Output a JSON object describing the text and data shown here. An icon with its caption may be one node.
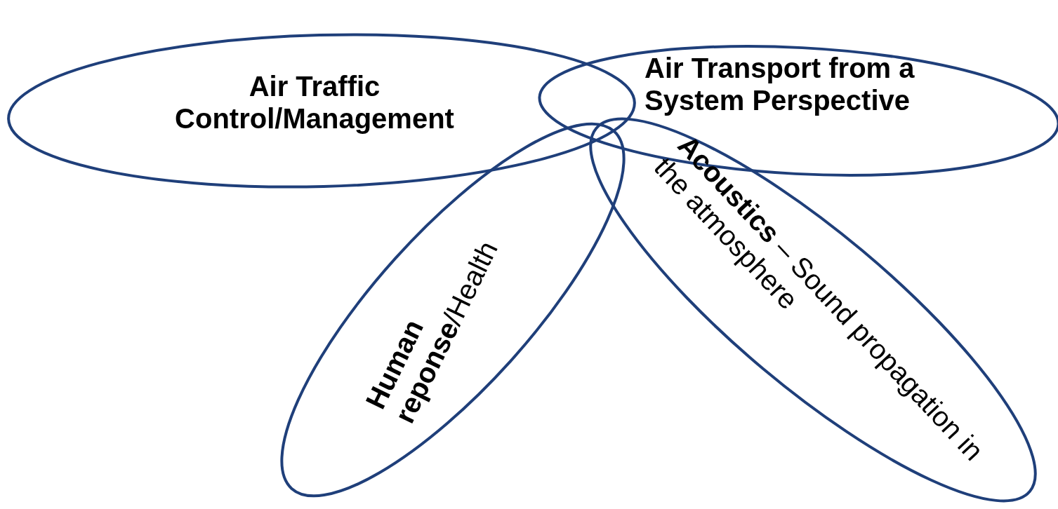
{
  "diagram": {
    "nodes": [
      {
        "text": [
          "Air Traffic Control/Management"
        ]
      },
      {
        "text": [
          "Air Transport from a System Perspective"
        ]
      },
      {
        "text": [
          "**Human reponse**/Health"
        ]
      },
      {
        "text": [
          "**Acoustics** – Sound propagation in the atmosphere"
        ]
      }
    ]
  }
}
